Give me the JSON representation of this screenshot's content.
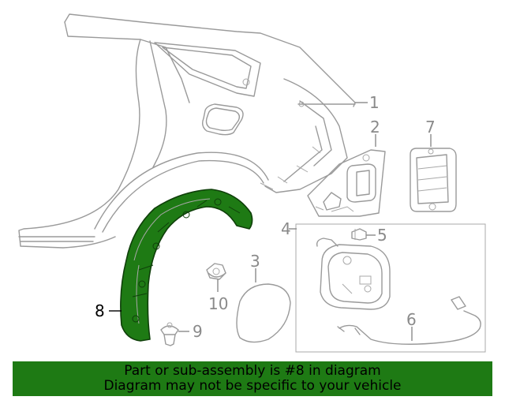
{
  "callouts": [
    {
      "id": "1",
      "label": "1",
      "active": false
    },
    {
      "id": "2",
      "label": "2",
      "active": false
    },
    {
      "id": "3",
      "label": "3",
      "active": false
    },
    {
      "id": "4",
      "label": "4",
      "active": false
    },
    {
      "id": "5",
      "label": "5",
      "active": false
    },
    {
      "id": "6",
      "label": "6",
      "active": false
    },
    {
      "id": "7",
      "label": "7",
      "active": false
    },
    {
      "id": "8",
      "label": "8",
      "active": true
    },
    {
      "id": "9",
      "label": "9",
      "active": false
    },
    {
      "id": "10",
      "label": "10",
      "active": false
    }
  ],
  "highlight_color": "#1e7a14",
  "banner": {
    "line1": "Part or sub-assembly is #8 in diagram",
    "line2": "Diagram may not be specific to your vehicle"
  }
}
